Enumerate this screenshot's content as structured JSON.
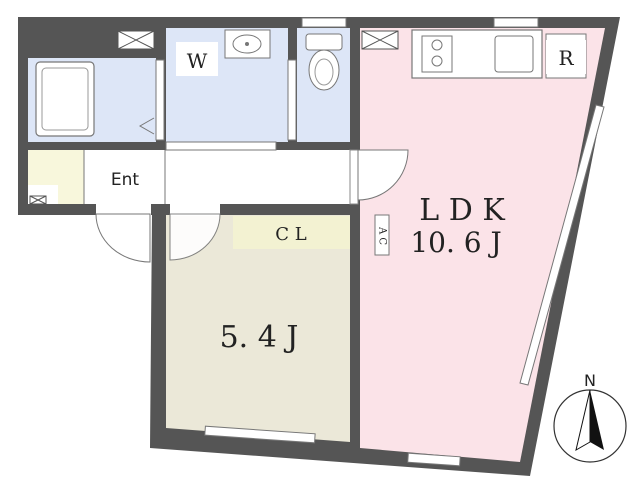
{
  "rooms": {
    "washroom": "W",
    "refrigerator": "R",
    "entrance": "Ent",
    "closet": "C L",
    "aircon": "A C",
    "ldk_name": "L D K",
    "ldk_size": "10. 6 J",
    "bedroom_size": "5. 4 J"
  },
  "compass": {
    "north": "N"
  },
  "colors": {
    "wall": "#555555",
    "ldk_fill": "#fbe3e8",
    "bedroom_fill": "#ebe8d8",
    "wet_fill": "#dde6f7",
    "storage_fill": "#f3f2d2",
    "entrance_fill": "#f8f7dc"
  }
}
